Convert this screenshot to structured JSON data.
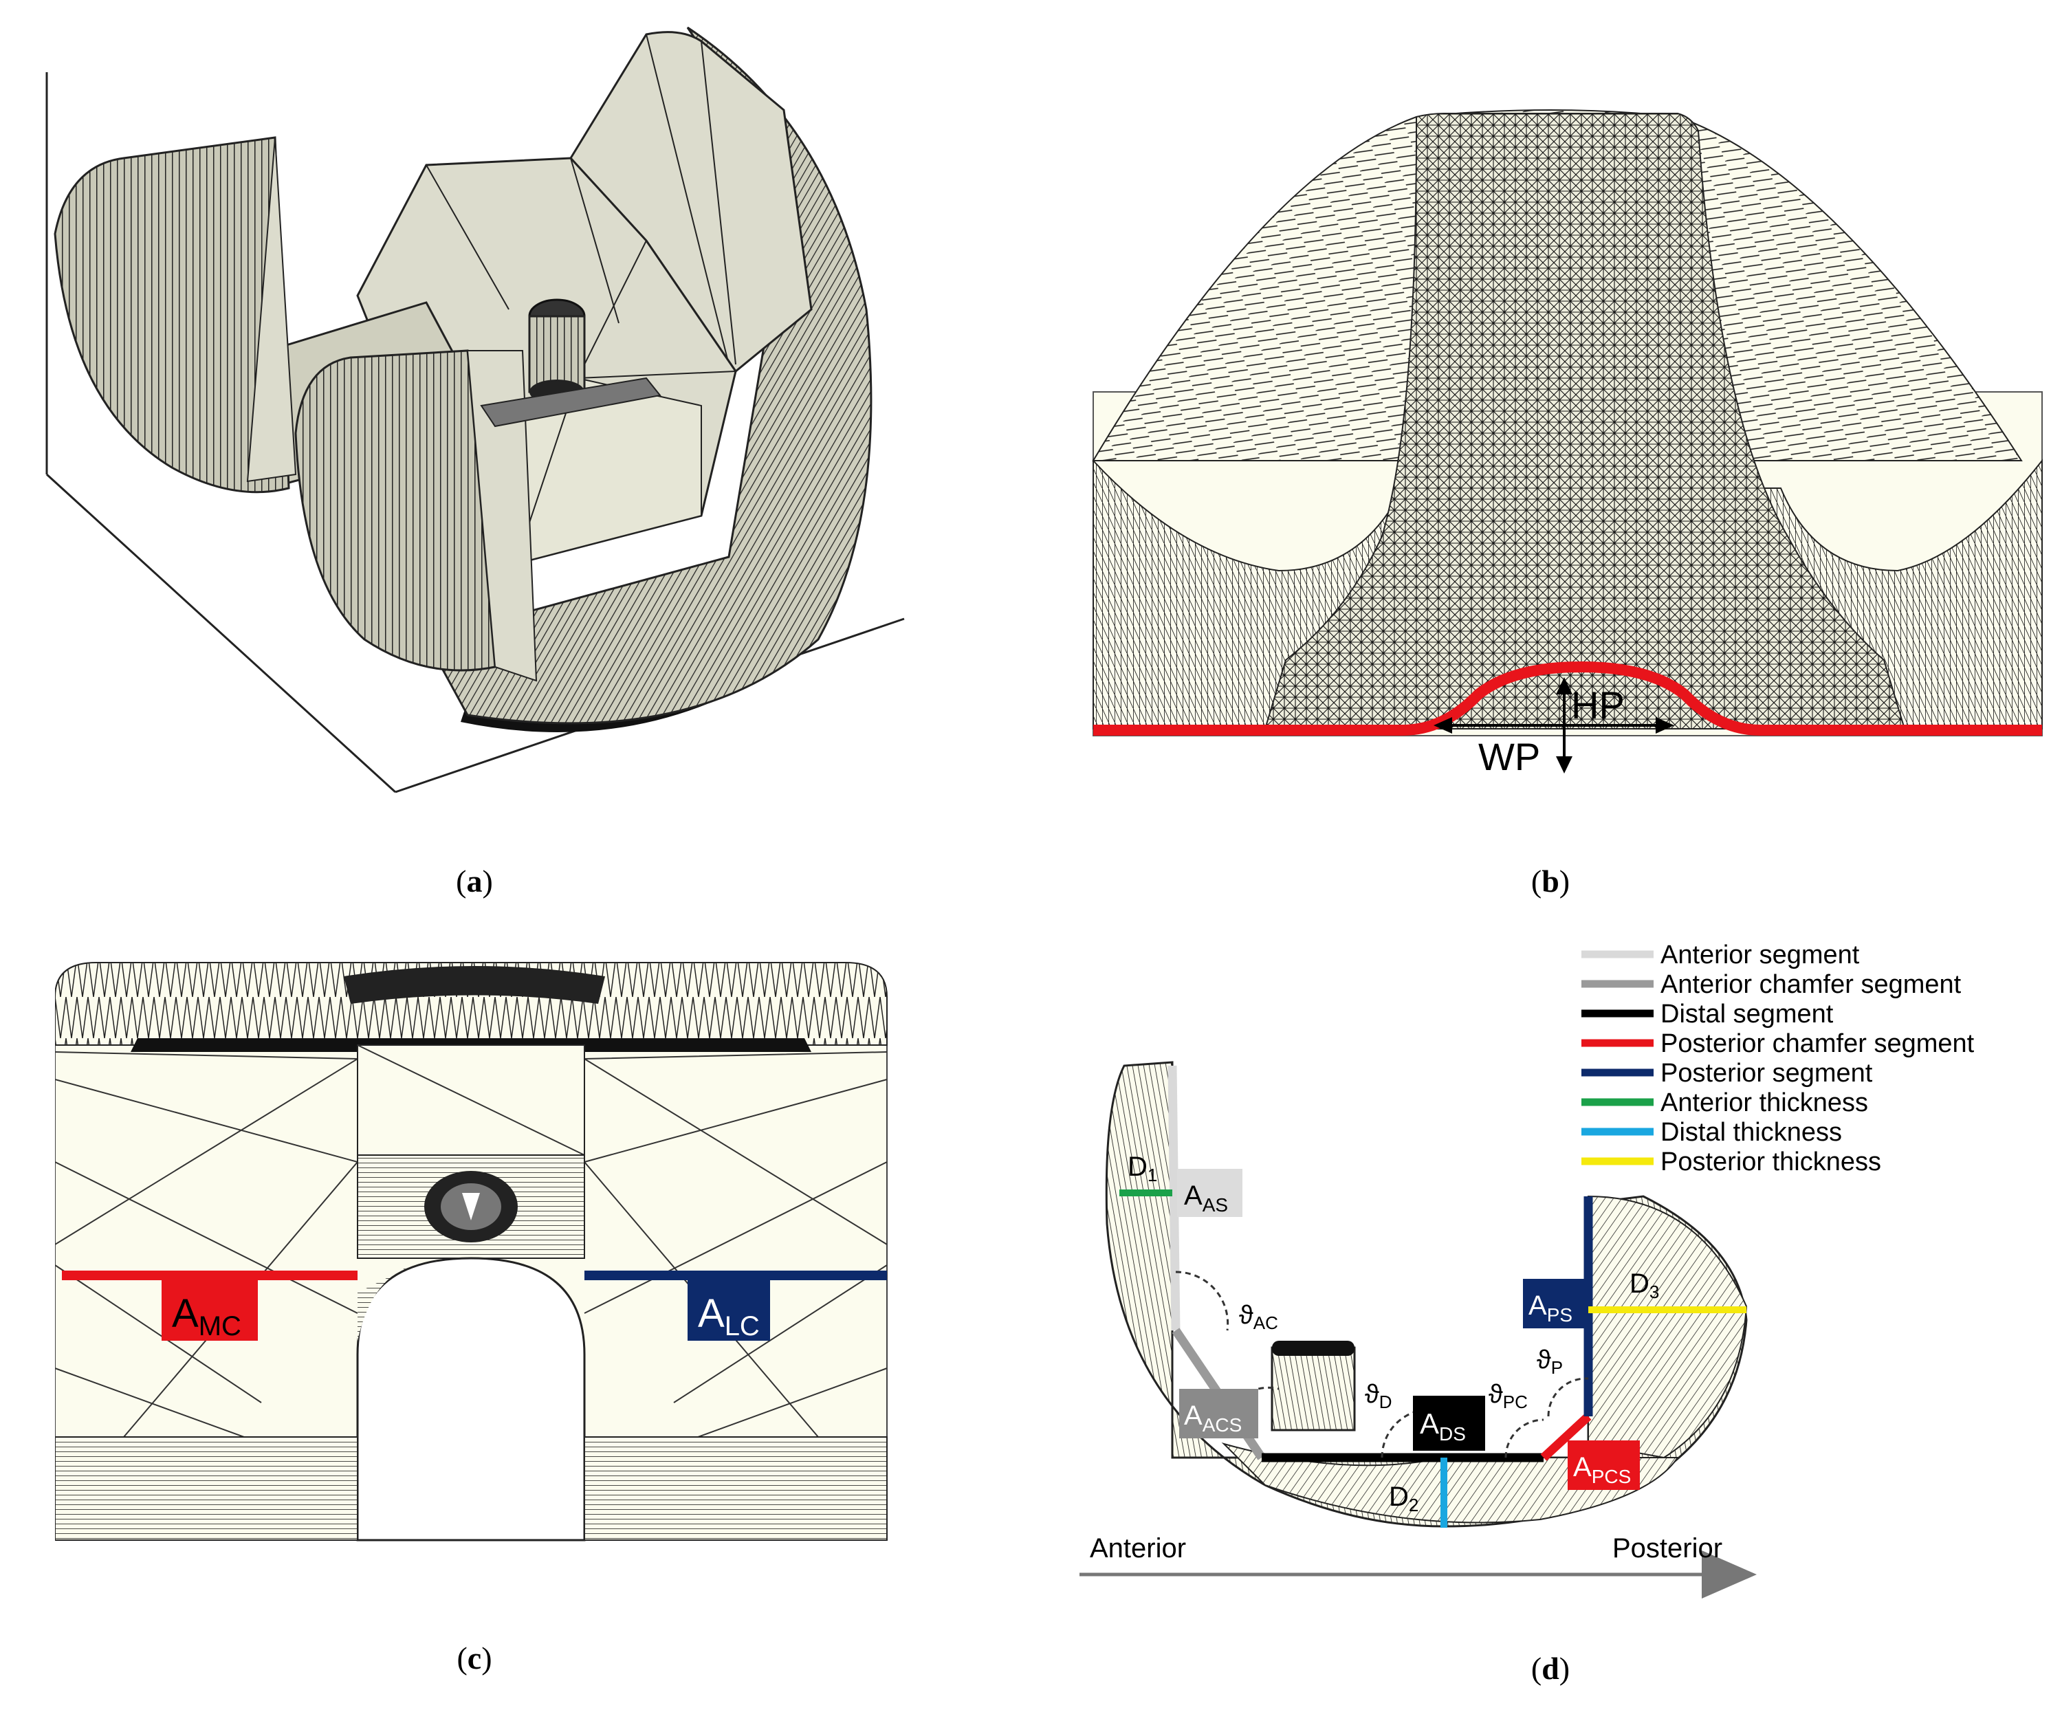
{
  "captions": {
    "a": {
      "open": "(",
      "letter": "a",
      "close": ")"
    },
    "b": {
      "open": "(",
      "letter": "b",
      "close": ")"
    },
    "c": {
      "open": "(",
      "letter": "c",
      "close": ")"
    },
    "d": {
      "open": "(",
      "letter": "d",
      "close": ")"
    }
  },
  "panel_b": {
    "hp": "HP",
    "wp": "WP"
  },
  "panel_c": {
    "amc": {
      "main": "A",
      "sub": "MC"
    },
    "alc": {
      "main": "A",
      "sub": "LC"
    }
  },
  "panel_d": {
    "legend": [
      {
        "label": "Anterior segment",
        "color": "#d9d9d9"
      },
      {
        "label": "Anterior chamfer segment",
        "color": "#9a9a9a"
      },
      {
        "label": "Distal segment",
        "color": "#000000"
      },
      {
        "label": "Posterior chamfer segment",
        "color": "#e8141b"
      },
      {
        "label": "Posterior segment",
        "color": "#0d2a6b"
      },
      {
        "label": "Anterior thickness",
        "color": "#1ba14a"
      },
      {
        "label": "Distal thickness",
        "color": "#1aa7e0"
      },
      {
        "label": "Posterior thickness",
        "color": "#f5e90c"
      }
    ],
    "labels": {
      "d1": {
        "main": "D",
        "sub": "1"
      },
      "d2": {
        "main": "D",
        "sub": "2"
      },
      "d3": {
        "main": "D",
        "sub": "3"
      },
      "aas": {
        "main": "A",
        "sub": "AS"
      },
      "aacs": {
        "main": "A",
        "sub": "ACS"
      },
      "ads": {
        "main": "A",
        "sub": "DS"
      },
      "aps": {
        "main": "A",
        "sub": "PS"
      },
      "apcs": {
        "main": "A",
        "sub": "PCS"
      },
      "theta_ac": {
        "main": "ϑ",
        "sub": "AC"
      },
      "theta_d": {
        "main": "ϑ",
        "sub": "D"
      },
      "theta_pc": {
        "main": "ϑ",
        "sub": "PC"
      },
      "theta_p": {
        "main": "ϑ",
        "sub": "P"
      }
    },
    "axis": {
      "left": "Anterior",
      "right": "Posterior"
    }
  },
  "colors": {
    "mesh_face": "#dcdccd",
    "mesh_face_light": "#fcfcee",
    "red": "#e8141b",
    "navy": "#0d2a6b"
  }
}
